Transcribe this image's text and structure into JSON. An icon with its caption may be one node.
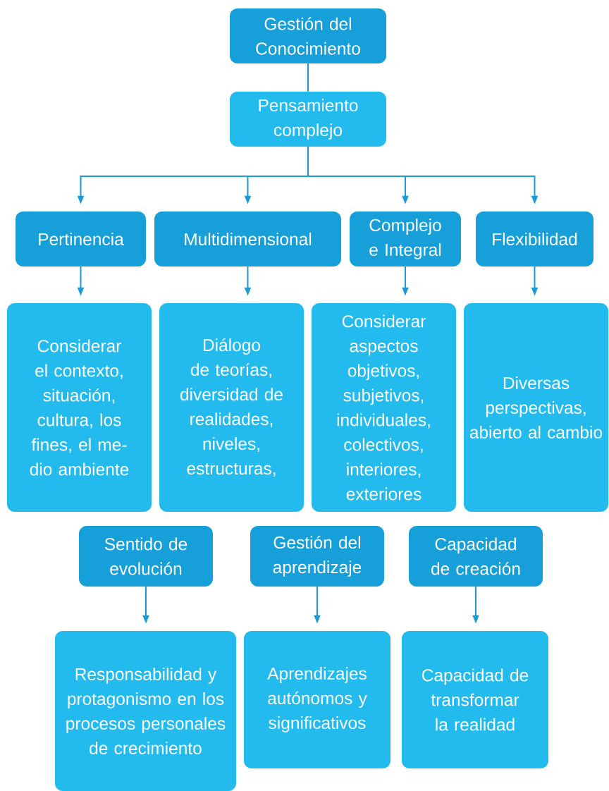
{
  "diagram": {
    "nodes": [
      {
        "text": [
          "Gestión del Conocimiento"
        ]
      },
      {
        "text": [
          "Pensamiento complejo"
        ]
      },
      {
        "text": [
          "Pertinencia"
        ]
      },
      {
        "text": [
          "Multidimensional"
        ]
      },
      {
        "text": [
          "Complejo e Integral"
        ]
      },
      {
        "text": [
          "Flexibilidad"
        ]
      },
      {
        "text": [
          "Considerar el contexto, situación, cultura, los fines, el me- dio ambiente"
        ]
      },
      {
        "text": [
          "Diálogo de teorías, diversidad de realidades, niveles, estructuras,"
        ]
      },
      {
        "text": [
          "Considerar aspectos objetivos, subjetivos, individuales, colectivos, interiores, exteriores"
        ]
      },
      {
        "text": [
          "Diversas perspectivas, abierto al cambio"
        ]
      },
      {
        "text": [
          "Sentido de evolución"
        ]
      },
      {
        "text": [
          "Gestión del aprendizaje"
        ]
      },
      {
        "text": [
          "Capacidad de creación"
        ]
      },
      {
        "text": [
          "Responsabilidad y protagonismo en los procesos personales de crecimiento"
        ]
      },
      {
        "text": [
          "Aprendizajes autónomos y significativos"
        ]
      },
      {
        "text": [
          "Capacidad de transformar la realidad"
        ]
      }
    ],
    "edges": [
      {
        "from": 0,
        "to": 1,
        "arrow": "none"
      },
      {
        "from": 1,
        "to": 2,
        "arrow": "to"
      },
      {
        "from": 1,
        "to": 3,
        "arrow": "to"
      },
      {
        "from": 1,
        "to": 4,
        "arrow": "to"
      },
      {
        "from": 1,
        "to": 5,
        "arrow": "to"
      },
      {
        "from": 2,
        "to": 6,
        "arrow": "to"
      },
      {
        "from": 3,
        "to": 7,
        "arrow": "to"
      },
      {
        "from": 4,
        "to": 8,
        "arrow": "to"
      },
      {
        "from": 5,
        "to": 9,
        "arrow": "to"
      },
      {
        "from": 10,
        "to": 13,
        "arrow": "to"
      },
      {
        "from": 11,
        "to": 14,
        "arrow": "to"
      },
      {
        "from": 12,
        "to": 15,
        "arrow": "to"
      }
    ]
  }
}
